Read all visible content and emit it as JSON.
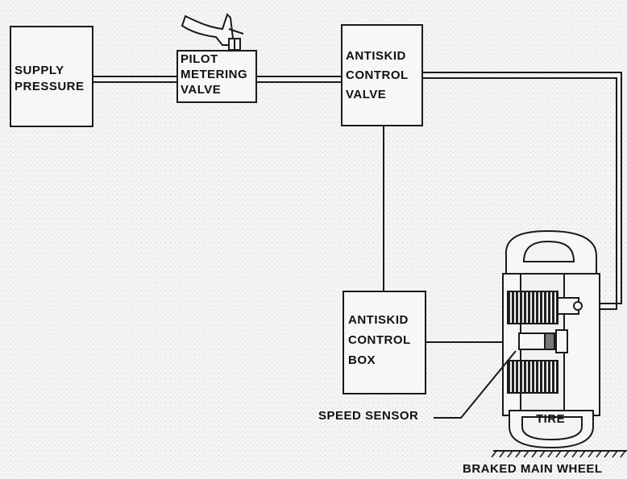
{
  "boxes": {
    "supply": {
      "lines": [
        "SUPPLY",
        "PRESSURE"
      ]
    },
    "pilot": {
      "lines": [
        "PILOT",
        "METERING",
        "VALVE"
      ]
    },
    "valve": {
      "lines": [
        "ANTISKID",
        "CONTROL",
        "VALVE"
      ]
    },
    "controlbox": {
      "lines": [
        "ANTISKID",
        "CONTROL",
        "BOX"
      ]
    }
  },
  "labels": {
    "tire": "TIRE",
    "speed_sensor": "SPEED SENSOR",
    "wheel": "BRAKED MAIN WHEEL"
  }
}
